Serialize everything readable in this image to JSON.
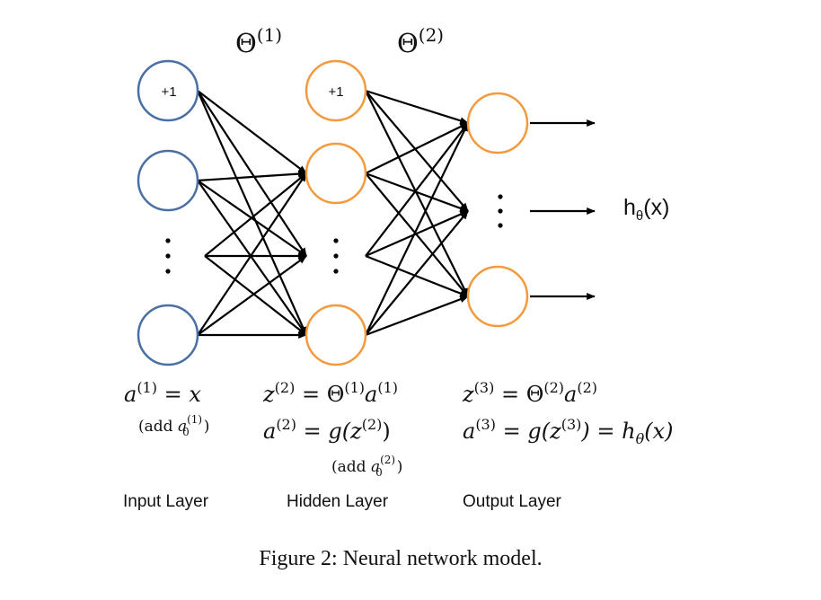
{
  "diagram": {
    "colors": {
      "input_node": "#4A6FA5",
      "hidden_output_node": "#F39A3E",
      "edge": "#000000",
      "text": "#111111"
    },
    "bias_label": "+1",
    "theta_labels": {
      "theta1": {
        "symbol": "Θ",
        "sup": "(1)"
      },
      "theta2": {
        "symbol": "Θ",
        "sup": "(2)"
      }
    },
    "output_label": {
      "h": "h",
      "sub": "θ",
      "arg": "(x)"
    },
    "equations": {
      "input": {
        "line1": {
          "lhs": "a",
          "sup": "(1)",
          "rhs": " = x"
        },
        "line2": {
          "open": "(add ",
          "var": "a",
          "sub": "0",
          "sup": "(1)",
          "close": ")"
        }
      },
      "hidden": {
        "line1": {
          "z": "z",
          "zsup": "(2)",
          "eq": " = Θ",
          "thsup": "(1)",
          "a": "a",
          "asup": "(1)"
        },
        "line2": {
          "a": "a",
          "asup": "(2)",
          "eq": " = g(z",
          "zsup": "(2)",
          "close": ")"
        },
        "line3": {
          "open": "(add ",
          "var": "a",
          "sub": "0",
          "sup": "(2)",
          "close": ")"
        }
      },
      "output": {
        "line1": {
          "z": "z",
          "zsup": "(3)",
          "eq": " = Θ",
          "thsup": "(2)",
          "a": "a",
          "asup": "(2)"
        },
        "line2": {
          "a": "a",
          "asup": "(3)",
          "eq": " = g(z",
          "zsup": "(3)",
          "close": ") = h",
          "hsub": "θ",
          "end": "(x)"
        }
      }
    },
    "layer_labels": {
      "input": "Input Layer",
      "hidden": "Hidden Layer",
      "output": "Output Layer"
    },
    "caption": "Figure 2: Neural network model."
  }
}
